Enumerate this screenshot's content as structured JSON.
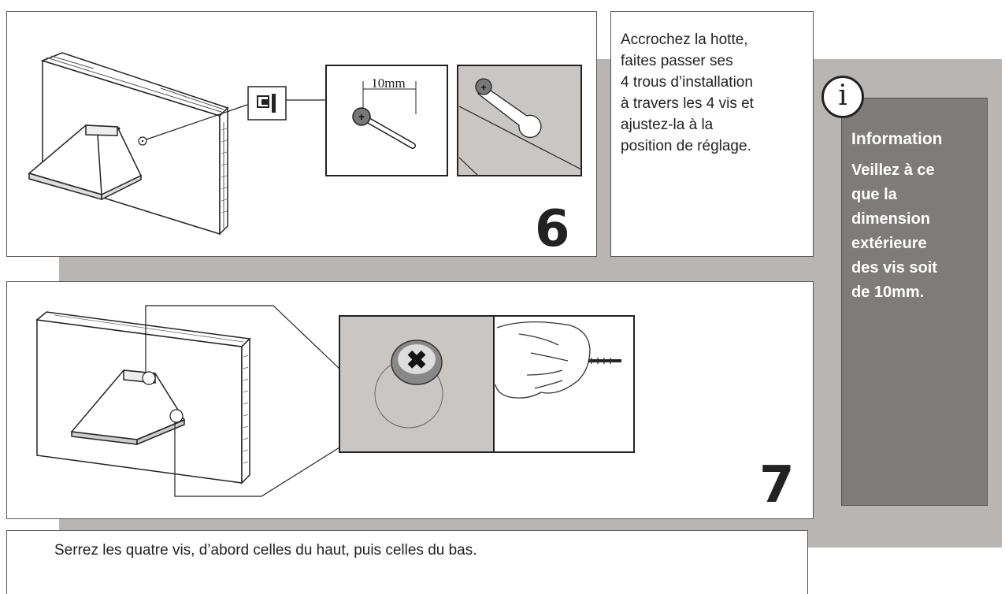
{
  "step6": {
    "number": "6",
    "measure_label": "10mm",
    "instruction_lines": [
      "Accrochez la hotte,",
      "faites passer ses",
      "4 trous d’installation",
      "à travers les 4 vis et",
      "ajustez-la à la",
      "position de réglage."
    ]
  },
  "step7": {
    "number": "7",
    "instruction": "Serrez les quatre vis, d’abord celles du haut, puis celles du bas."
  },
  "info": {
    "icon_letter": "i",
    "title": "Information",
    "body_lines": [
      "Veillez à ce",
      "que la",
      "dimension",
      "extérieure",
      "des vis soit",
      "de 10mm."
    ]
  },
  "colors": {
    "band_gray": "#b9b5b2",
    "info_box": "#7f7b79",
    "detail_gray": "#c9c6c3"
  }
}
